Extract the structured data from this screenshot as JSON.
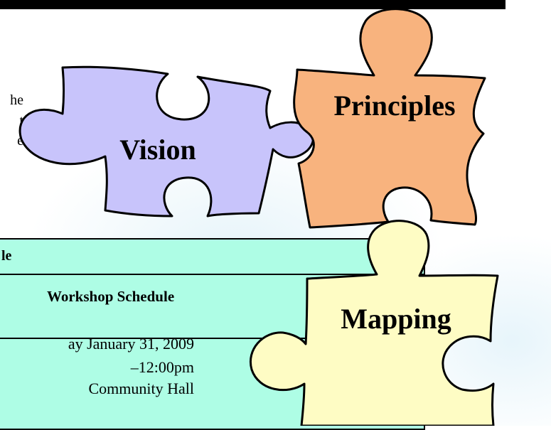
{
  "intro_fragments": [
    "he",
    "t",
    "e"
  ],
  "schedule": {
    "header_fragment": "le",
    "title": "Workshop Schedule",
    "details": [
      "ay January 31, 2009",
      "–12:00pm",
      "Community Hall"
    ]
  },
  "puzzle_pieces": [
    {
      "label": "Vision",
      "color": "#c8c4fb"
    },
    {
      "label": "Principles",
      "color": "#f8b37e"
    },
    {
      "label": "Mapping",
      "color": "#fefcc4"
    }
  ]
}
